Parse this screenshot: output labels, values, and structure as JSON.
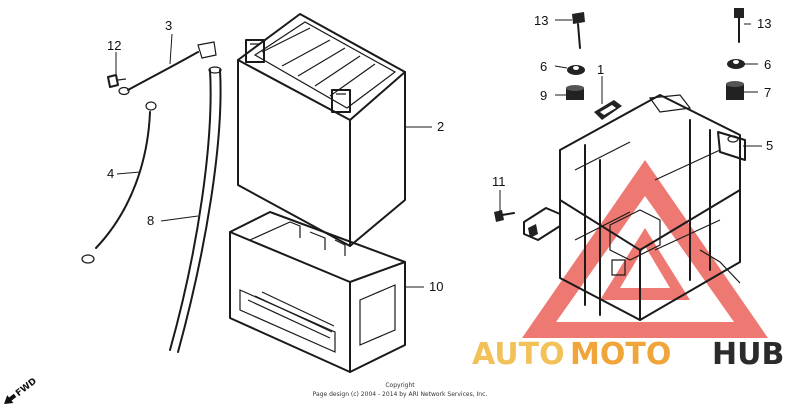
{
  "callouts": {
    "c1": "1",
    "c2": "2",
    "c3": "3",
    "c4": "4",
    "c5": "5",
    "c6a": "6",
    "c6b": "6",
    "c7": "7",
    "c8": "8",
    "c9": "9",
    "c10": "10",
    "c11": "11",
    "c12": "12",
    "c13a": "13",
    "c13b": "13"
  },
  "watermark": {
    "auto": "AUTO",
    "moto": "MOTO",
    "hub": "HUB",
    "colors": {
      "triangle": "#e8453c",
      "auto": "#f2c15a",
      "moto": "#f0a53a",
      "hub": "#2b2b2b"
    }
  },
  "copyright": {
    "line1": "Copyright",
    "line2": "Page design (c) 2004 - 2014 by ARI Network Services, Inc."
  },
  "direction": {
    "fwd": "FWD"
  }
}
